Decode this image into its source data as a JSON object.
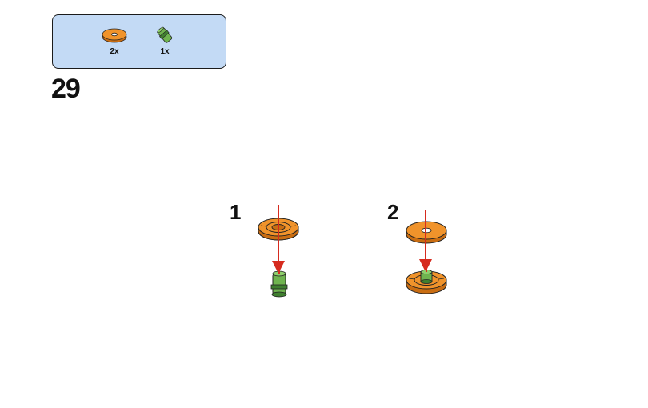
{
  "step": {
    "number": "29"
  },
  "parts_list": {
    "items": [
      {
        "name": "orange-round-tile-with-hole",
        "quantity": "2x",
        "color": "#f0932b"
      },
      {
        "name": "green-pin",
        "quantity": "1x",
        "color": "#6fb44f"
      }
    ]
  },
  "substeps": [
    {
      "number": "1"
    },
    {
      "number": "2"
    }
  ],
  "colors": {
    "orange": "#f0932b",
    "orange_dark": "#c96d12",
    "green": "#6fb44f",
    "green_dark": "#3f7f2f",
    "arrow": "#d62b1f",
    "parts_box_bg": "#c3daf5"
  }
}
